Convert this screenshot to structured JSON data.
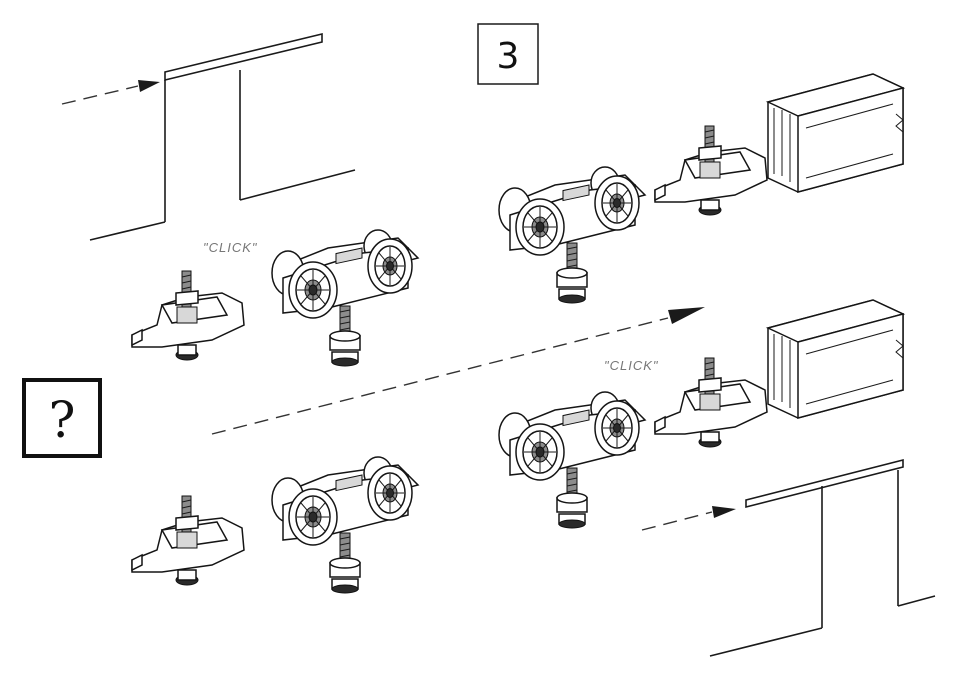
{
  "step_label": "3",
  "click_label_1": "\"CLICK\"",
  "click_label_2": "\"CLICK\"",
  "help_symbol": "?",
  "colors": {
    "ink": "#1a1a1a",
    "annotation": "#777777",
    "background": "#ffffff"
  },
  "icons": [
    "trolley-roller",
    "mounting-bracket",
    "aluminium-track-profile",
    "door-panel",
    "direction-arrow",
    "help-icon"
  ]
}
